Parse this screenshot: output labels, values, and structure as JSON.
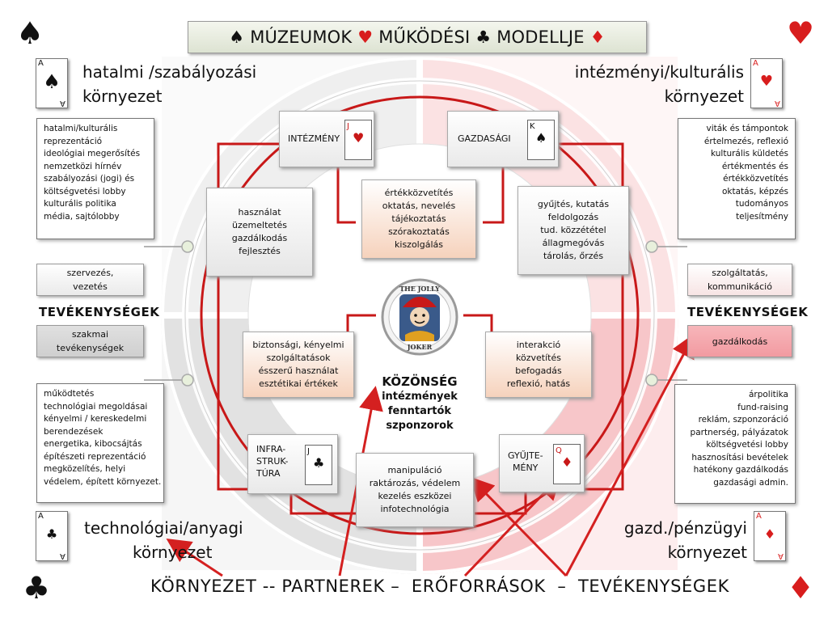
{
  "title": {
    "spade": "♠",
    "w1": "MÚZEUMOK",
    "heart": "♥",
    "w2": "MŰKÖDÉSI",
    "club": "♣",
    "w3": "MODELLJE",
    "diamond": "♦"
  },
  "corners": {
    "tl": "♠",
    "tr": "♥",
    "bl": "♣",
    "br": "♦"
  },
  "environments": {
    "tl": {
      "line1": "hatalmi /szabályozási",
      "line2": "környezet",
      "card_rank": "A",
      "card_suit": "♠"
    },
    "tr": {
      "line1": "intézményi/kulturális",
      "line2": "környezet",
      "card_rank": "A",
      "card_suit": "♥"
    },
    "bl": {
      "line1": "technológiai/anyagi",
      "line2": "környezet",
      "card_rank": "A",
      "card_suit": "♣"
    },
    "br": {
      "line1": "gazd./pénzügyi",
      "line2": "környezet",
      "card_rank": "A",
      "card_suit": "♦"
    }
  },
  "lists": {
    "tl": [
      "hatalmi/kulturális",
      "reprezentáció",
      "ideológiai megerősítés",
      "nemzetközi hírnév",
      "szabályozási (jogi) és",
      "költségvetési lobby",
      "kulturális politika",
      "média, sajtólobby"
    ],
    "tr": [
      "viták és támpontok",
      "értelmezés, reflexió",
      "kulturális küldetés",
      "értékmentés és",
      "értékközvetítés",
      "oktatás, képzés",
      "tudományos",
      "teljesítmény"
    ],
    "bl": [
      "működtetés",
      "technológiai megoldásai",
      "kényelmi / kereskedelmi",
      "berendezések",
      "energetika, kibocsájtás",
      "építészeti reprezentáció",
      "megközelítés, helyi",
      "védelem, épített környezet."
    ],
    "br": [
      "árpolitika",
      "fund-raising",
      "reklám, szponzoráció",
      "partnerség, pályázatok",
      "költségvetési lobby",
      "hasznosítási bevételek",
      "hatékony gazdálkodás",
      "gazdasági admin."
    ]
  },
  "activities": {
    "left_label": "TEVÉKENYSÉGEK",
    "right_label": "TEVÉKENYSÉGEK",
    "left_top": [
      "szervezés,",
      "vezetés"
    ],
    "left_bottom": [
      "szakmai",
      "tevékenységek"
    ],
    "right_top": [
      "szolgáltatás,",
      "kommunikáció"
    ],
    "right_bottom": [
      "gazdálkodás"
    ]
  },
  "quadrant_boxes": {
    "tl": [
      "használat",
      "üzemeltetés",
      "gazdálkodás",
      "fejlesztés"
    ],
    "tr": [
      "gyűjtés, kutatás",
      "feldolgozás",
      "tud. közzététel",
      "állagmegóvás",
      "tárolás, őrzés"
    ],
    "top": [
      "értékközvetítés",
      "oktatás, nevelés",
      "tájékoztatás",
      "szórakoztatás",
      "kiszolgálás"
    ],
    "ml": [
      "biztonsági, kényelmi",
      "szolgáltatások",
      "ésszerű használat",
      "esztétikai értékek"
    ],
    "mr": [
      "interakció",
      "közvetítés",
      "befogadás",
      "reflexió, hatás"
    ],
    "bottom": [
      "manipuláció",
      "raktározás, védelem",
      "kezelés eszközei",
      "infotechnológia"
    ]
  },
  "faces": {
    "intezmeny": {
      "label": "INTÉZMÉNY",
      "rank": "J",
      "suit": "♥"
    },
    "gazdasagi": {
      "label": "GAZDASÁGI",
      "rank": "K",
      "suit": "♠"
    },
    "infra": {
      "l1": "INFRA-",
      "l2": "STRUK-",
      "l3": "TÚRA",
      "rank": "J",
      "suit": "♣"
    },
    "gyujt": {
      "l1": "GYŰJTE-",
      "l2": "MÉNY",
      "rank": "Q",
      "suit": "♦"
    }
  },
  "joker": {
    "top": "THE JOLLY",
    "bottom": "JOKER"
  },
  "audience": {
    "title": "KÖZÖNSÉG",
    "l1": "intézmények",
    "l2": "fenntartók",
    "l3": "szponzorok"
  },
  "bottom_line": {
    "text": "KÖRNYEZET -- PARTNEREK –  ERŐFORRÁSOK  –  TEVÉKENYSÉGEK"
  },
  "colors": {
    "red": "#c81818",
    "pink": "#f7d3d4",
    "grey": "#dcdcdc",
    "accent": "#d81d1d"
  }
}
